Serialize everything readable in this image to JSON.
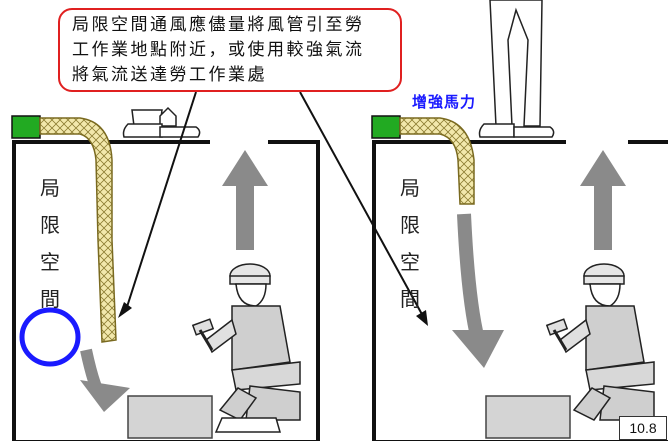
{
  "callout": {
    "lines": [
      "局限空間通風應儘量將風管引至勞",
      "工作業地點附近，或使用較強氣流",
      "將氣流送達勞工作業處"
    ]
  },
  "left_panel": {
    "label_chars": [
      "局",
      "限",
      "空",
      "間"
    ]
  },
  "right_panel": {
    "label_chars": [
      "局",
      "限",
      "空",
      "間"
    ],
    "boost_label": "增強馬力"
  },
  "page_number": "10.8",
  "colors": {
    "callout_border": "#e02020",
    "blower": "#22aa22",
    "duct": "#f0e6a8",
    "arrow": "#8a8a8a",
    "highlight_circle": "#1a1aff",
    "boost_text": "#1a1aff"
  }
}
